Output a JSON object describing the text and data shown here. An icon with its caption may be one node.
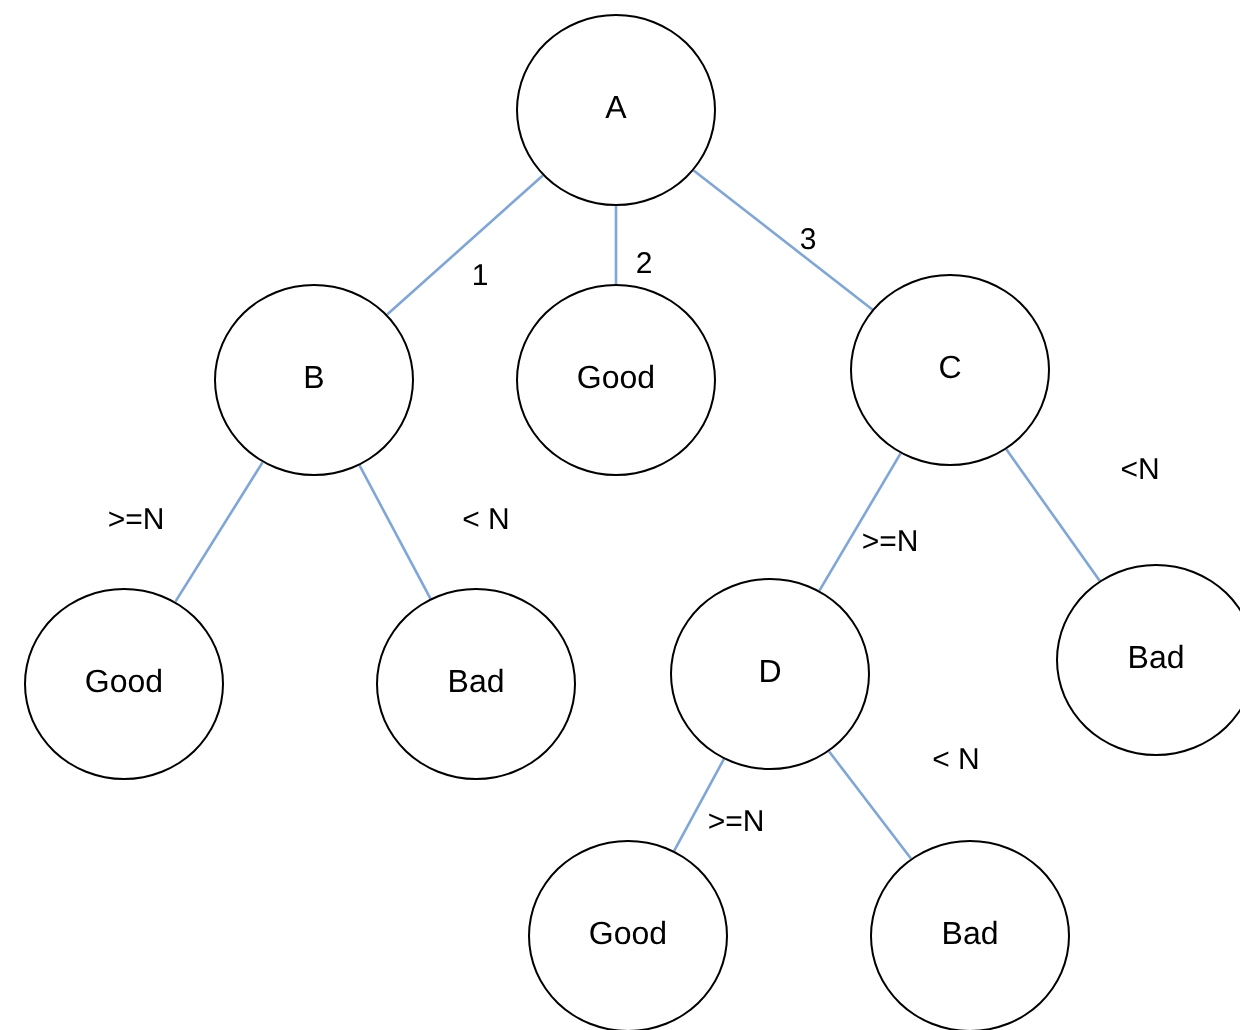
{
  "diagram": {
    "nodes": [
      {
        "text": [
          "A"
        ]
      },
      {
        "text": [
          "B"
        ]
      },
      {
        "text": [
          "Good"
        ]
      },
      {
        "text": [
          "C"
        ]
      },
      {
        "text": [
          "Good"
        ]
      },
      {
        "text": [
          "Bad"
        ]
      },
      {
        "text": [
          "D"
        ]
      },
      {
        "text": [
          "Bad"
        ]
      },
      {
        "text": [
          "Good"
        ]
      },
      {
        "text": [
          "Bad"
        ]
      }
    ],
    "edges": [
      {
        "from": 0,
        "to": 1,
        "arrow": "none",
        "label": "1"
      },
      {
        "from": 0,
        "to": 2,
        "arrow": "none",
        "label": "2"
      },
      {
        "from": 0,
        "to": 3,
        "arrow": "none",
        "label": "3"
      },
      {
        "from": 1,
        "to": 4,
        "arrow": "none",
        "label": ">=N"
      },
      {
        "from": 1,
        "to": 5,
        "arrow": "none",
        "label": "< N"
      },
      {
        "from": 3,
        "to": 6,
        "arrow": "none",
        "label": ">=N"
      },
      {
        "from": 3,
        "to": 7,
        "arrow": "none",
        "label": "<N"
      },
      {
        "from": 6,
        "to": 8,
        "arrow": "none",
        "label": ">=N"
      },
      {
        "from": 6,
        "to": 9,
        "arrow": "none",
        "label": "< N"
      }
    ]
  }
}
